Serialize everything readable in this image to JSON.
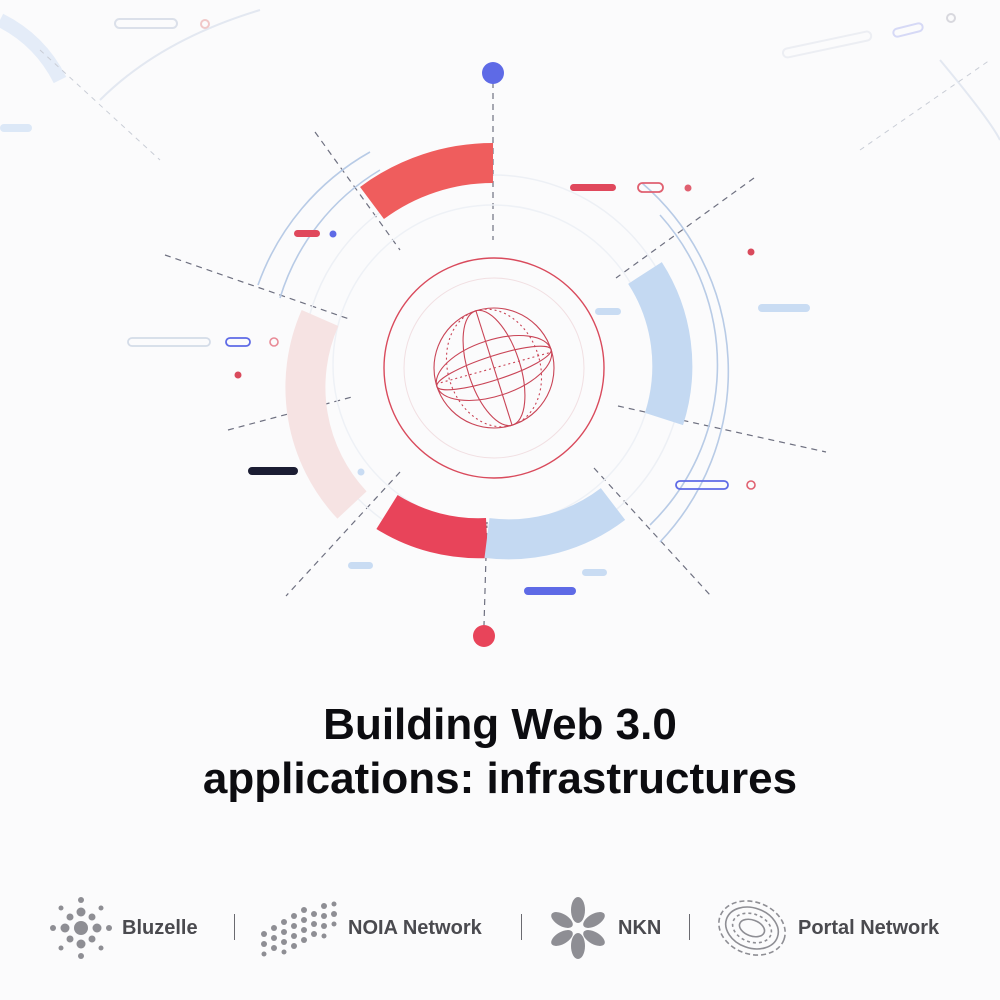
{
  "title": {
    "line1": "Building Web 3.0",
    "line2": "applications: infrastructures"
  },
  "logos": [
    {
      "label": "Bluzelle",
      "icon": "bluzelle-logo-icon"
    },
    {
      "label": "NOIA Network",
      "icon": "noia-network-logo-icon"
    },
    {
      "label": "NKN",
      "icon": "nkn-logo-icon"
    },
    {
      "label": "Portal Network",
      "icon": "portal-network-logo-icon"
    }
  ],
  "colors": {
    "background": "#fbfbfc",
    "red": "#e8445a",
    "coral": "#ef5d5d",
    "light_blue": "#c4d9f2",
    "pale_pink": "#f7e4e4",
    "indigo": "#5e6ae6",
    "navy": "#1b1d33",
    "logo_gray": "#8e8e94"
  }
}
